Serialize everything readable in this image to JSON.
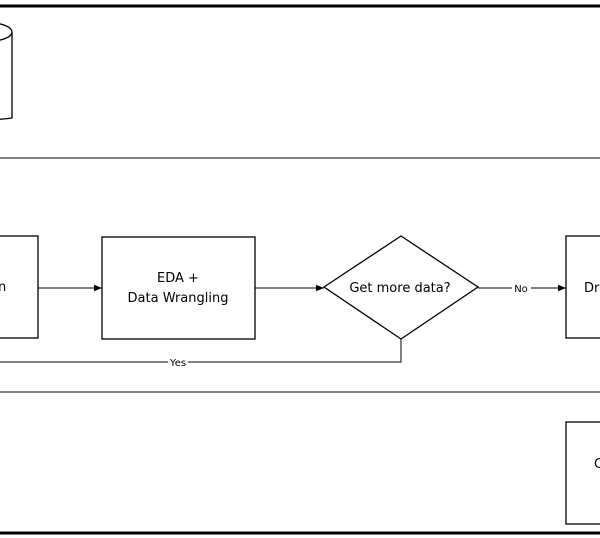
{
  "diagram": {
    "nodes": {
      "left_partial_label": "n",
      "eda_line1": "EDA +",
      "eda_line2": "Data Wrangling",
      "decision_label": "Get more data?",
      "right_partial_label": "Dr",
      "bottom_right_partial_label": "C"
    },
    "edges": {
      "no_label": "No",
      "yes_label": "Yes"
    },
    "colors": {
      "stroke": "#000000",
      "fill": "#ffffff"
    }
  }
}
